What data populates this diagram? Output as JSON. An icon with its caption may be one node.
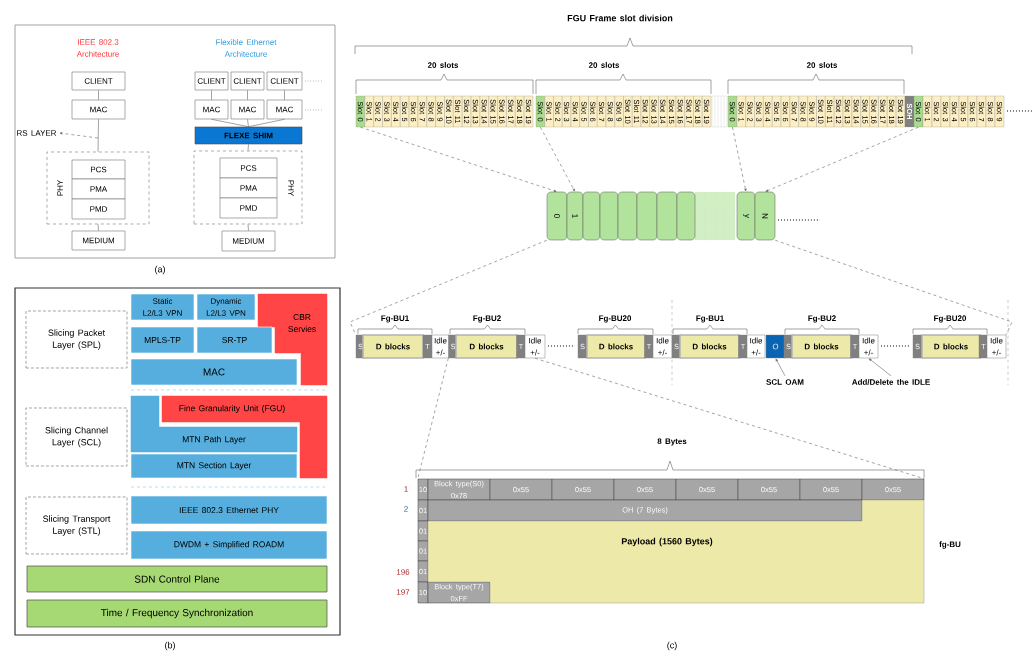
{
  "diagram": {
    "nodes": [
      {
        "text": [
          "CLIENT"
        ]
      },
      {
        "text": [
          "MAC"
        ]
      },
      {
        "text": [
          "PHY"
        ]
      },
      {
        "text": [
          "PCS"
        ],
        "in": 2
      },
      {
        "text": [
          "PMA"
        ],
        "in": 2
      },
      {
        "text": [
          "PMD"
        ],
        "in": 2
      },
      {
        "text": [
          "MEDIUM"
        ]
      },
      {
        "text": [
          "RS LAYER"
        ]
      },
      {
        "text": [
          "CLIENT"
        ]
      },
      {
        "text": [
          "CLIENT"
        ]
      },
      {
        "text": [
          "CLIENT"
        ]
      },
      {
        "text": [
          "MAC"
        ]
      },
      {
        "text": [
          "MAC"
        ]
      },
      {
        "text": [
          "MAC"
        ]
      },
      {
        "text": [
          "FLEXE SHIM"
        ]
      },
      {
        "text": [
          "PHY"
        ]
      },
      {
        "text": [
          "PCS"
        ],
        "in": 15
      },
      {
        "text": [
          "PMA"
        ],
        "in": 15
      },
      {
        "text": [
          "PMD"
        ],
        "in": 15
      },
      {
        "text": [
          "MEDIUM"
        ]
      },
      {
        "text": [
          "Slicing Packet Layer (SPL)"
        ]
      },
      {
        "text": [
          "Static L2/L3 VPN"
        ]
      },
      {
        "text": [
          "Dynamic L2/L3 VPN"
        ]
      },
      {
        "text": [
          "CBR Servies"
        ]
      },
      {
        "text": [
          "MPLS-TP"
        ]
      },
      {
        "text": [
          "SR-TP"
        ]
      },
      {
        "text": [
          "MAC"
        ]
      },
      {
        "text": [
          "Slicing Channel Layer (SCL)"
        ]
      },
      {
        "text": [
          "Fine Granularity Unit (FGU)"
        ]
      },
      {
        "text": [
          "MTN Path Layer"
        ]
      },
      {
        "text": [
          "MTN Section Layer"
        ]
      },
      {
        "text": [
          "Slicing Transport Layer (STL)"
        ]
      },
      {
        "text": [
          "IEEE 802.3 Ethernet PHY"
        ]
      },
      {
        "text": [
          "DWDM + Simplified ROADM"
        ]
      },
      {
        "text": [
          "SDN Control Plane"
        ]
      },
      {
        "text": [
          "Time / Frequency Synchronization"
        ]
      },
      {
        "text": [
          "Slot 0"
        ]
      },
      {
        "text": [
          "Slot 1"
        ]
      },
      {
        "text": [
          "Slot 2"
        ]
      },
      {
        "text": [
          "Slot 3"
        ]
      },
      {
        "text": [
          "Slot 4"
        ]
      },
      {
        "text": [
          "Slot 5"
        ]
      },
      {
        "text": [
          "Slot 6"
        ]
      },
      {
        "text": [
          "Slot 7"
        ]
      },
      {
        "text": [
          "Slot 8"
        ]
      },
      {
        "text": [
          "Slot 9"
        ]
      },
      {
        "text": [
          "Slot 10"
        ]
      },
      {
        "text": [
          "Slot 11"
        ]
      },
      {
        "text": [
          "Slot 12"
        ]
      },
      {
        "text": [
          "Slot 13"
        ]
      },
      {
        "text": [
          "Slot 14"
        ]
      },
      {
        "text": [
          "Slot 15"
        ]
      },
      {
        "text": [
          "Slot 16"
        ]
      },
      {
        "text": [
          "Slot 17"
        ]
      },
      {
        "text": [
          "Slot 18"
        ]
      },
      {
        "text": [
          "Slot 19"
        ]
      },
      {
        "text": [
          "Slot 0"
        ]
      },
      {
        "text": [
          "Slot 1"
        ]
      },
      {
        "text": [
          "Slot 2"
        ]
      },
      {
        "text": [
          "Slot 3"
        ]
      },
      {
        "text": [
          "Slot 4"
        ]
      },
      {
        "text": [
          "Slot 5"
        ]
      },
      {
        "text": [
          "Slot 6"
        ]
      },
      {
        "text": [
          "Slot 7"
        ]
      },
      {
        "text": [
          "Slot 8"
        ]
      },
      {
        "text": [
          "Slot 9"
        ]
      },
      {
        "text": [
          "Slot 10"
        ]
      },
      {
        "text": [
          "Slot 11"
        ]
      },
      {
        "text": [
          "Slot 12"
        ]
      },
      {
        "text": [
          "Slot 13"
        ]
      },
      {
        "text": [
          "Slot 14"
        ]
      },
      {
        "text": [
          "Slot 15"
        ]
      },
      {
        "text": [
          "Slot 16"
        ]
      },
      {
        "text": [
          "Slot 17"
        ]
      },
      {
        "text": [
          "Slot 18"
        ]
      },
      {
        "text": [
          "Slot 19"
        ]
      },
      {
        "text": [
          "Slot 0"
        ]
      },
      {
        "text": [
          "Slot 1"
        ]
      },
      {
        "text": [
          "Slot 2"
        ]
      },
      {
        "text": [
          "Slot 3"
        ]
      },
      {
        "text": [
          "Slot 4"
        ]
      },
      {
        "text": [
          "Slot 5"
        ]
      },
      {
        "text": [
          "Slot 6"
        ]
      },
      {
        "text": [
          "Slot 7"
        ]
      },
      {
        "text": [
          "Slot 8"
        ]
      },
      {
        "text": [
          "Slot 9"
        ]
      },
      {
        "text": [
          "Slot 10"
        ]
      },
      {
        "text": [
          "Slot 11"
        ]
      },
      {
        "text": [
          "Slot 12"
        ]
      },
      {
        "text": [
          "Slot 13"
        ]
      },
      {
        "text": [
          "Slot 14"
        ]
      },
      {
        "text": [
          "Slot 15"
        ]
      },
      {
        "text": [
          "Slot 16"
        ]
      },
      {
        "text": [
          "Slot 17"
        ]
      },
      {
        "text": [
          "Slot 18"
        ]
      },
      {
        "text": [
          "Slot 19"
        ]
      },
      {
        "text": [
          "SOH"
        ]
      },
      {
        "text": [
          "Slot 0"
        ]
      },
      {
        "text": [
          "Slot 1"
        ]
      },
      {
        "text": [
          "Slot 2"
        ]
      },
      {
        "text": [
          "Slot 3"
        ]
      },
      {
        "text": [
          "Slot 4"
        ]
      },
      {
        "text": [
          "Slot 5"
        ]
      },
      {
        "text": [
          "Slot 6"
        ]
      },
      {
        "text": [
          "Slot 7"
        ]
      },
      {
        "text": [
          "Slot 8"
        ]
      },
      {
        "text": [
          "Slot 9"
        ]
      },
      {
        "text": [
          "0"
        ]
      },
      {
        "text": [
          "1"
        ]
      },
      {
        "text": [],
        "shape": "cylinder"
      },
      {
        "text": [],
        "shape": "cylinder"
      },
      {
        "text": [],
        "shape": "cylinder"
      },
      {
        "text": [],
        "shape": "cylinder"
      },
      {
        "text": [],
        "shape": "cylinder"
      },
      {
        "text": [],
        "shape": "cylinder"
      },
      {
        "text": [
          "y"
        ]
      },
      {
        "text": [
          "N"
        ]
      },
      {
        "text": [
          "S"
        ]
      },
      {
        "text": [
          "D blocks"
        ]
      },
      {
        "text": [
          "T"
        ]
      },
      {
        "text": [
          "Idle +/-"
        ]
      },
      {
        "text": [
          "S"
        ]
      },
      {
        "text": [
          "D blocks"
        ]
      },
      {
        "text": [
          "T"
        ]
      },
      {
        "text": [
          "Idle +/-"
        ]
      },
      {
        "text": [
          "S"
        ]
      },
      {
        "text": [
          "D blocks"
        ]
      },
      {
        "text": [
          "T"
        ]
      },
      {
        "text": [
          "Idle +/-"
        ]
      },
      {
        "text": [
          "S"
        ]
      },
      {
        "text": [
          "D blocks"
        ]
      },
      {
        "text": [
          "T"
        ]
      },
      {
        "text": [
          "Idle +/-"
        ]
      },
      {
        "text": [
          "O"
        ]
      },
      {
        "text": [
          "S"
        ]
      },
      {
        "text": [
          "D blocks"
        ]
      },
      {
        "text": [
          "T"
        ]
      },
      {
        "text": [
          "Idle +/-"
        ]
      },
      {
        "text": [
          "S"
        ]
      },
      {
        "text": [
          "D blocks"
        ]
      },
      {
        "text": [
          "T"
        ]
      },
      {
        "text": [
          "Idle +/-"
        ]
      },
      {
        "text": [
          "10"
        ]
      },
      {
        "text": [
          "Block type(S0) 0x78"
        ]
      },
      {
        "text": [
          "0x55"
        ]
      },
      {
        "text": [
          "0x55"
        ]
      },
      {
        "text": [
          "0x55"
        ]
      },
      {
        "text": [
          "0x55"
        ]
      },
      {
        "text": [
          "0x55"
        ]
      },
      {
        "text": [
          "0x55"
        ]
      },
      {
        "text": [
          "0x55"
        ]
      },
      {
        "text": [
          "01"
        ]
      },
      {
        "text": [
          "OH (7 Bytes)"
        ]
      },
      {
        "text": [
          "01"
        ]
      },
      {
        "text": [
          "01"
        ]
      },
      {
        "text": [
          "01"
        ]
      },
      {
        "text": [
          "10"
        ]
      },
      {
        "text": [
          "Block type(T7) 0xFF"
        ]
      },
      {
        "text": [
          "Payload (1560 Bytes)"
        ]
      },
      {
        "text": [
          "SCL OAM"
        ]
      },
      {
        "text": [
          "Add/Delete the IDLE"
        ]
      }
    ],
    "edges": [
      {
        "from": 0,
        "to": 1,
        "arrow": "none"
      },
      {
        "from": 1,
        "to": 2,
        "arrow": "none"
      },
      {
        "from": 2,
        "to": 6,
        "arrow": "none"
      },
      {
        "from": null,
        "to": 7,
        "arrow": "to",
        "style": "dashed"
      },
      {
        "from": 8,
        "to": 11,
        "arrow": "none"
      },
      {
        "from": 9,
        "to": 12,
        "arrow": "none"
      },
      {
        "from": 10,
        "to": 13,
        "arrow": "none"
      },
      {
        "from": 11,
        "to": 14,
        "arrow": "none"
      },
      {
        "from": 12,
        "to": 14,
        "arrow": "none"
      },
      {
        "from": 13,
        "to": 14,
        "arrow": "none"
      },
      {
        "from": 14,
        "to": 15,
        "arrow": "none"
      },
      {
        "from": 15,
        "to": 19,
        "arrow": "none"
      },
      {
        "from": 36,
        "to": 107,
        "arrow": "to",
        "style": "dashed"
      },
      {
        "from": 56,
        "to": 108,
        "arrow": "to",
        "style": "dashed"
      },
      {
        "from": 76,
        "to": 115,
        "arrow": "to",
        "style": "dashed"
      },
      {
        "from": 97,
        "to": 116,
        "arrow": "to",
        "style": "dashed"
      },
      {
        "from": 107,
        "to": 117,
        "arrow": "none",
        "style": "dashed"
      },
      {
        "from": 116,
        "to": 141,
        "arrow": "none",
        "style": "dashed"
      },
      {
        "from": 121,
        "to": 142,
        "arrow": "none",
        "style": "dashed"
      },
      {
        "from": 124,
        "to": 150,
        "arrow": "none",
        "style": "dashed"
      },
      {
        "from": 159,
        "to": 133,
        "arrow": "to"
      },
      {
        "from": 160,
        "to": 137,
        "arrow": "to"
      }
    ],
    "labels": [
      "IEEE 802.3 Architecture",
      "Flexible Ethernet Architecture",
      "(a)",
      "(b)",
      "FGU Frame slot division",
      "20 slots",
      "20 slots",
      "20 slots",
      "Fg-BU1",
      "Fg-BU2",
      "Fg-BU20",
      "Fg-BU1",
      "Fg-BU2",
      "Fg-BU20",
      "8 Bytes",
      "1",
      "2",
      "196",
      "197",
      "fg-BU",
      "(c)"
    ]
  }
}
